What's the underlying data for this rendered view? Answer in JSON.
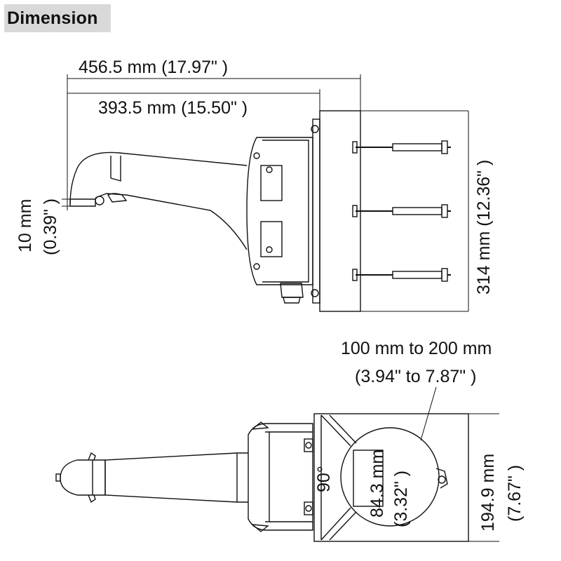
{
  "header": {
    "title": "Dimension"
  },
  "top_view": {
    "overall_length": "456.5 mm (17.97\" )",
    "arm_length": "393.5 mm (15.50\" )",
    "height": "314 mm (12.36\" )",
    "tip_mm": "10 mm",
    "tip_in": "(0.39\" )"
  },
  "bottom_view": {
    "pole_range_line1": "100 mm to 200 mm",
    "pole_range_line2": "(3.94\" to 7.87\"  )",
    "angle": "90°",
    "inner_mm": "84.3 mm",
    "inner_in": "(3.32\" )",
    "width_mm": "194.9 mm",
    "width_in": "(7.67\" )"
  }
}
